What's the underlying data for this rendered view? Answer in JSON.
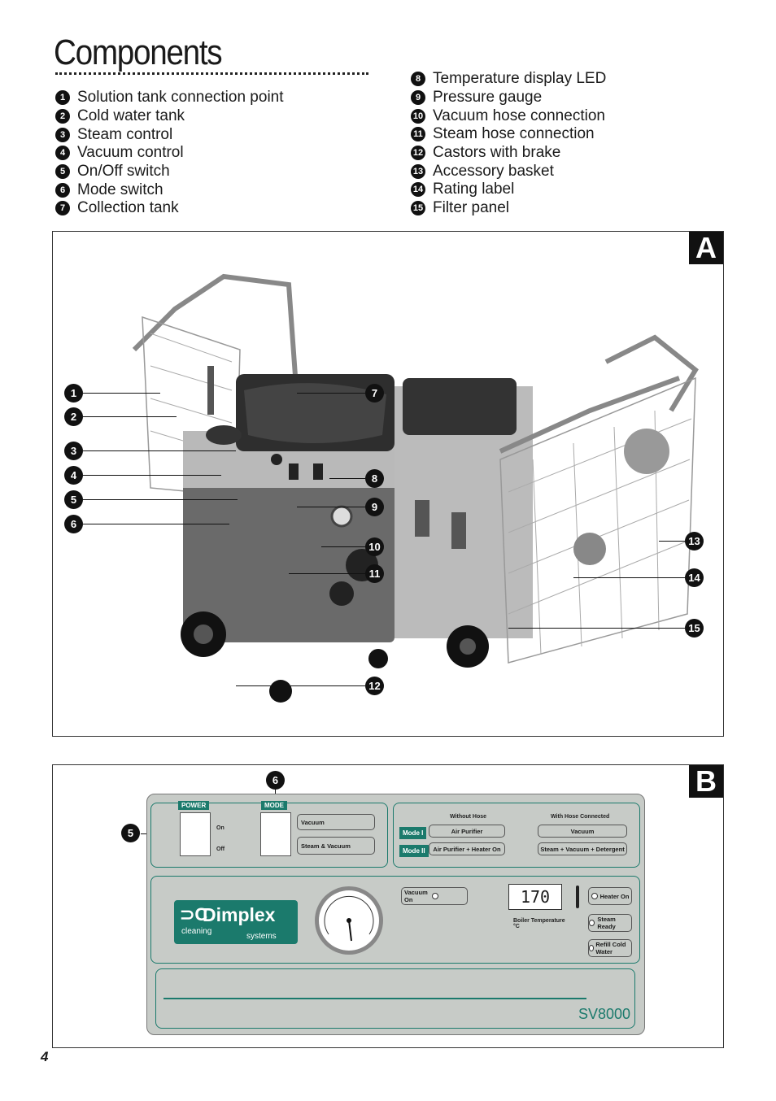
{
  "heading": "Components",
  "components_left": [
    {
      "n": "1",
      "label": "Solution tank connection point"
    },
    {
      "n": "2",
      "label": "Cold water tank"
    },
    {
      "n": "3",
      "label": "Steam control"
    },
    {
      "n": "4",
      "label": "Vacuum control"
    },
    {
      "n": "5",
      "label": "On/Off switch"
    },
    {
      "n": "6",
      "label": "Mode switch"
    },
    {
      "n": "7",
      "label": "Collection tank"
    }
  ],
  "components_right": [
    {
      "n": "8",
      "label": "Temperature display LED"
    },
    {
      "n": "9",
      "label": "Pressure gauge"
    },
    {
      "n": "10",
      "label": "Vacuum hose connection"
    },
    {
      "n": "11",
      "label": "Steam hose connection"
    },
    {
      "n": "12",
      "label": "Castors with brake"
    },
    {
      "n": "13",
      "label": "Accessory basket"
    },
    {
      "n": "14",
      "label": "Rating label"
    },
    {
      "n": "15",
      "label": "Filter panel"
    }
  ],
  "figure_a": {
    "letter": "A",
    "callouts": [
      "1",
      "2",
      "3",
      "4",
      "5",
      "6",
      "7",
      "8",
      "9",
      "10",
      "11",
      "12",
      "13",
      "14",
      "15"
    ]
  },
  "figure_b": {
    "letter": "B",
    "callouts": [
      "6",
      "5"
    ],
    "power_tag": "POWER",
    "mode_tag": "MODE",
    "on_label": "On",
    "off_label": "Off",
    "vacuum_label": "Vacuum",
    "steam_vacuum_label": "Steam & Vacuum",
    "without_hose": "Without Hose",
    "with_hose": "With Hose Connected",
    "mode1": "Mode I",
    "mode2": "Mode II",
    "mode1_without": "Air Purifier",
    "mode1_with": "Vacuum",
    "mode2_without": "Air Purifier + Heater On",
    "mode2_with": "Steam + Vacuum + Detergent",
    "brand": "Dimplex",
    "brand_sub1": "cleaning",
    "brand_sub2": "systems",
    "vacuum_on": "Vacuum On",
    "display_value": "170",
    "boiler_temp": "Boiler Temperature °C",
    "heater_on": "Heater On",
    "steam_ready": "Steam Ready",
    "refill": "Refill Cold Water",
    "model": "SV8000"
  },
  "page_number": "4"
}
